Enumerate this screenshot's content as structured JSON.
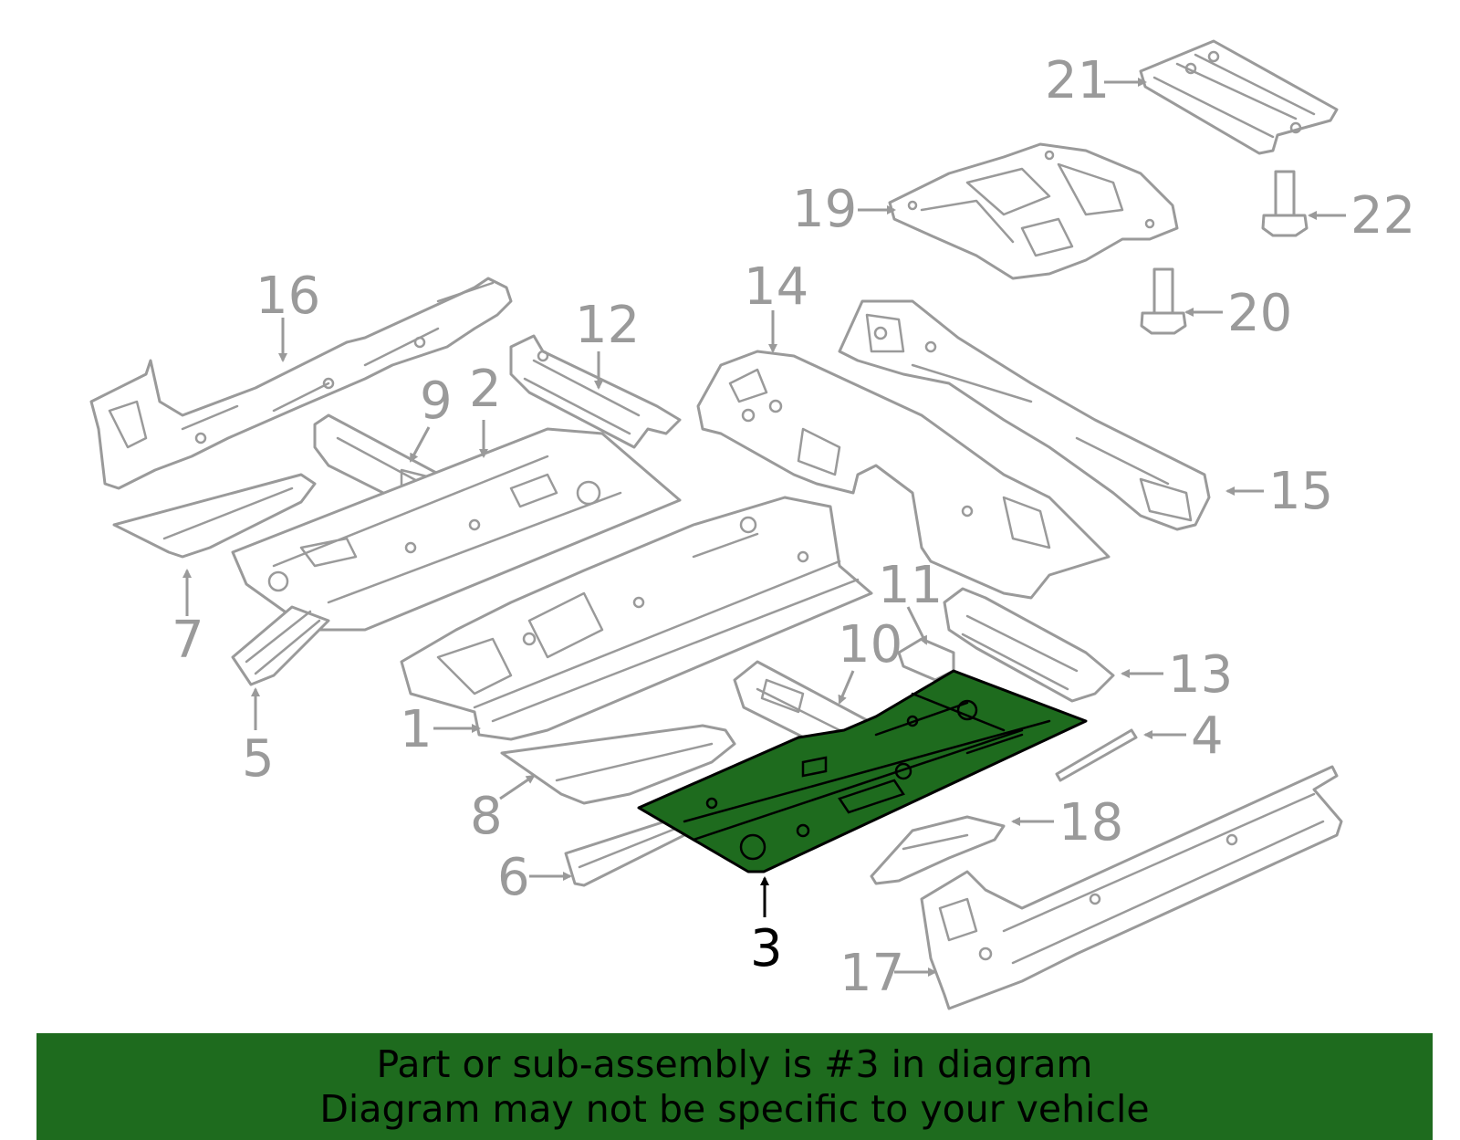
{
  "callouts": {
    "c1": "1",
    "c2": "2",
    "c3": "3",
    "c4": "4",
    "c5": "5",
    "c6": "6",
    "c7": "7",
    "c8": "8",
    "c9": "9",
    "c10": "10",
    "c11": "11",
    "c12": "12",
    "c13": "13",
    "c14": "14",
    "c15": "15",
    "c16": "16",
    "c17": "17",
    "c18": "18",
    "c19": "19",
    "c20": "20",
    "c21": "21",
    "c22": "22"
  },
  "highlighted_part": "3",
  "colors": {
    "highlight": "#1e6b1e",
    "line_art": "#9a9a9a",
    "text": "#000000"
  },
  "banner": {
    "line1": "Part or sub-assembly is #3 in diagram",
    "line2": "Diagram may not be specific to your vehicle"
  }
}
